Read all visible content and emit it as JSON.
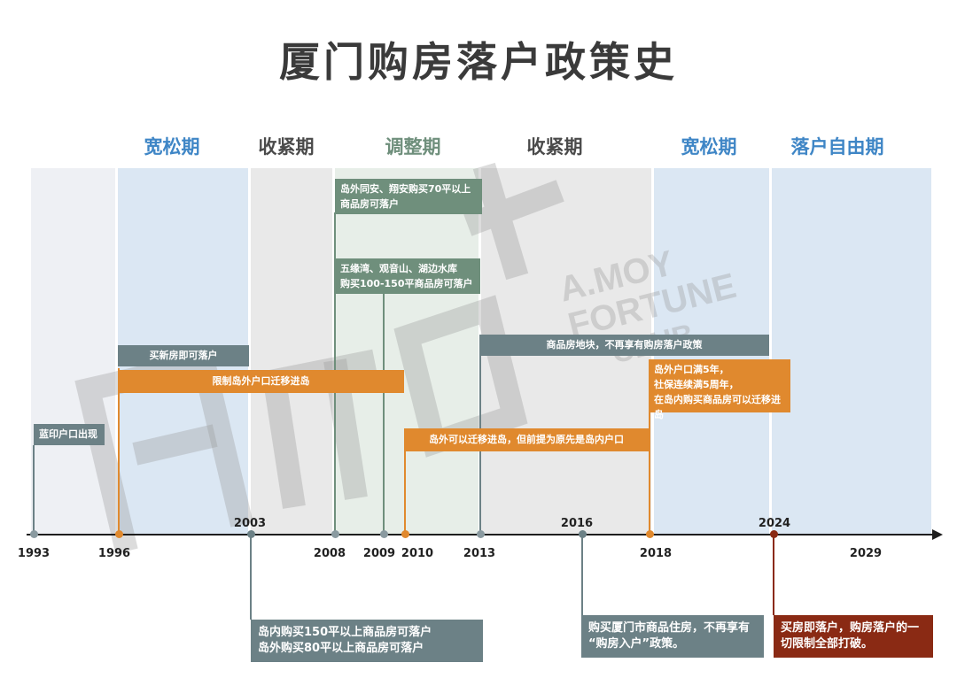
{
  "title": "厦门购房落户政策史",
  "colors": {
    "blue_text": "#3f86c6",
    "gray_text": "#4a4a4a",
    "slate": "#6c8186",
    "sage": "#6f8f7c",
    "orange": "#e0892e",
    "dark_red": "#8a2a14",
    "band_blue": "#dbe7f3",
    "band_gray": "#e9e9e9",
    "band_green": "#e7eee8",
    "band_light": "#eef0f4"
  },
  "periods": [
    "宽松期",
    "收紧期",
    "调整期",
    "收紧期",
    "宽松期",
    "落户自由期"
  ],
  "years": {
    "y1993": "1993",
    "y1996": "1996",
    "y2003": "2003",
    "y2008": "2008",
    "y2009": "2009",
    "y2010": "2010",
    "y2013": "2013",
    "y2016": "2016",
    "y2018": "2018",
    "y2024": "2024",
    "y2029": "2029"
  },
  "events": {
    "blue_hukou": "蓝印户口出现",
    "new_house": "买新房即可落户",
    "restrict_outer": "限制岛外户口迁移进岛",
    "tongan_l1": "岛外同安、翔安购买70平以上",
    "tongan_l2": "商品房可落户",
    "wuyuan_l1": "五缘湾、观音山、湖边水库",
    "wuyuan_l2": "购买100-150平商品房可落户",
    "outer_migrate": "岛外可以迁移进岛，但前提为原先是岛内户口",
    "land_2013": "商品房地块，不再享有购房落户政策",
    "y2018_l1": "岛外户口满5年，",
    "y2018_l2": "社保连续满5周年，",
    "y2018_l3": "在岛内购买商品房可以迁移进岛",
    "y2003_l1": "岛内购买150平以上商品房可落户",
    "y2003_l2": "岛外购买80平以上商品房可落户",
    "y2016_l1": "购买厦门市商品住房，不再享有",
    "y2016_l2": "“购房入户”政策。",
    "y2024_l1": "买房即落户，购房落户的一",
    "y2024_l2": "切限制全部打破。"
  },
  "watermark": {
    "brand_l1": "A.MOY",
    "brand_l2": "FORTUNE",
    "brand_l3": "CLUB"
  }
}
